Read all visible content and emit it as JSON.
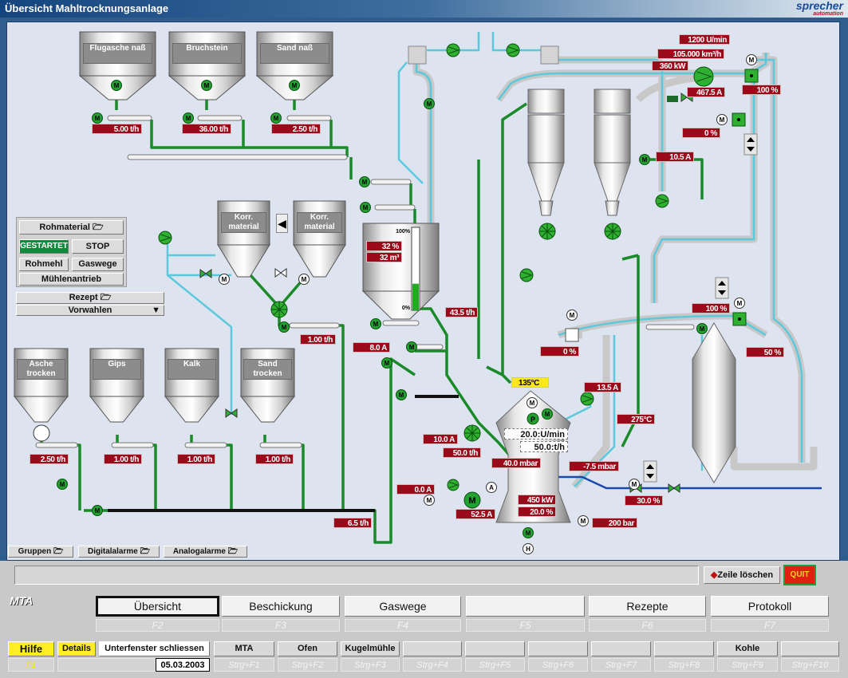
{
  "window": {
    "title": "Übersicht Mahltrocknungsanlage",
    "logo_main": "sprecher",
    "logo_sub": "automation"
  },
  "icons": {
    "motor": "M",
    "pump": "P",
    "hydraulic": "H",
    "analyzer": "A",
    "level_max": "100%",
    "level_min": "0%"
  },
  "colors": {
    "value_box": "#9b0a1a",
    "material_pipe": "#1a8a2a",
    "gas_pipe": "#5cc8dc",
    "started": "#0f8a3a",
    "quit": "#e02010"
  },
  "silos": {
    "top": [
      "Flugasche naß",
      "Bruchstein",
      "Sand naß"
    ],
    "korr": [
      "Korr. material",
      "Korr. material"
    ],
    "bottom": [
      "Asche trocken",
      "Gips",
      "Kalk",
      "Sand trocken"
    ]
  },
  "bunker": {
    "level_percent": 32,
    "level_text": "32 %",
    "volume": "32 m³"
  },
  "values": {
    "feed_flugasche": "5.00 t/h",
    "feed_bruchstein": "36.00 t/h",
    "feed_sand": "2.50 t/h",
    "fan_speed": "1200 U/min",
    "fan_flow": "105.000 km³/h",
    "fan_power": "360 kW",
    "fan_current": "467.5 A",
    "damper_main": "100 %",
    "damper_2": "0 %",
    "classifier_current": "10.5 A",
    "bunker_out": "43.5 t/h",
    "korr_feed": "1.00 t/h",
    "elevator_current": "8.0 A",
    "damper_left": "0 %",
    "damper_hot": "100 %",
    "damper_gen": "50 %",
    "mill_inlet_temp": "135°C",
    "pump_current": "13.5 A",
    "gas_temp": "275°C",
    "rotary_current": "10.0 A",
    "mill_feed": "50.0 t/h",
    "mill_dp": "40.0 mbar",
    "mill_out_p": "-7.5 mbar",
    "aux_current": "0.0 A",
    "mill_motor_current": "52.5 A",
    "mill_power": "450 kW",
    "mill_load": "20.0 %",
    "hyd_pressure": "200 bar",
    "water_valve": "30.0 %",
    "belt_total": "6.5 t/h",
    "feed_asche": "2.50 t/h",
    "feed_gips": "1.00 t/h",
    "feed_kalk": "1.00 t/h",
    "feed_sandtr": "1.00 t/h",
    "mill_speed_set": "20.0:U/min",
    "mill_feed_set": "50.0:t/h"
  },
  "control": {
    "rohmaterial": "Rohmaterial",
    "started": "GESTARTET",
    "stop": "STOP",
    "rohmehl": "Rohmehl",
    "gaswege": "Gaswege",
    "muehlenantrieb": "Mühlenantrieb",
    "rezept": "Rezept",
    "vorwahlen": "Vorwahlen"
  },
  "subwindows": [
    "Gruppen",
    "Digitalalarme",
    "Analogalarme"
  ],
  "messagebar": {
    "text": "",
    "clear": "Zeile löschen",
    "quit": "QUIT"
  },
  "nav": {
    "system": "MTA",
    "tabs": [
      {
        "label": "Übersicht",
        "key": "F2"
      },
      {
        "label": "Beschickung",
        "key": "F3"
      },
      {
        "label": "Gaswege",
        "key": "F4"
      },
      {
        "label": "",
        "key": "F5"
      },
      {
        "label": "Rezepte",
        "key": "F6"
      },
      {
        "label": "Protokoll",
        "key": "F7"
      }
    ]
  },
  "footer": {
    "help": "Hilfe",
    "help_key": "F1",
    "details": "Details",
    "close_sub": "Unterfenster schliessen",
    "date": "05.03.2003",
    "buttons": [
      {
        "label": "MTA",
        "key": "Strg+F1"
      },
      {
        "label": "Ofen",
        "key": "Strg+F2"
      },
      {
        "label": "Kugelmühle",
        "key": "Strg+F3"
      },
      {
        "label": "",
        "key": "Strg+F4"
      },
      {
        "label": "",
        "key": "Strg+F5"
      },
      {
        "label": "",
        "key": "Strg+F6"
      },
      {
        "label": "",
        "key": "Strg+F7"
      },
      {
        "label": "",
        "key": "Strg+F8"
      },
      {
        "label": "Kohle",
        "key": "Strg+F9"
      },
      {
        "label": "",
        "key": "Strg+F10"
      }
    ]
  }
}
